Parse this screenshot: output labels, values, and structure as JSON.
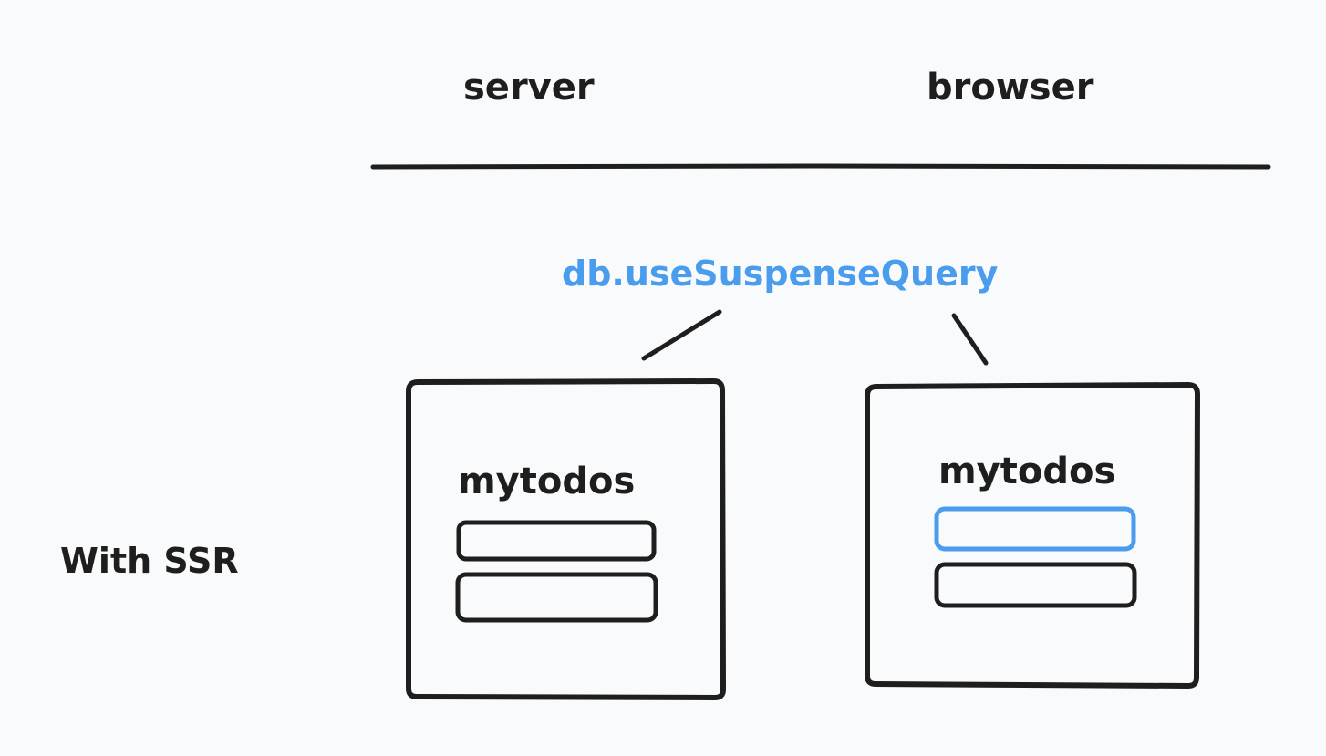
{
  "columns": {
    "server": "server",
    "browser": "browser"
  },
  "query": {
    "label": "db.useSuspenseQuery",
    "color": "#4a9ced"
  },
  "rows": {
    "ssr": "With SSR"
  },
  "server_app": {
    "title": "mytodos",
    "items": [
      {
        "highlighted": false
      },
      {
        "highlighted": false
      }
    ]
  },
  "browser_app": {
    "title": "mytodos",
    "items": [
      {
        "highlighted": true
      },
      {
        "highlighted": false
      }
    ]
  },
  "colors": {
    "stroke": "#1e1e1e",
    "highlight": "#4a9ced",
    "background": "#f9fafb"
  }
}
